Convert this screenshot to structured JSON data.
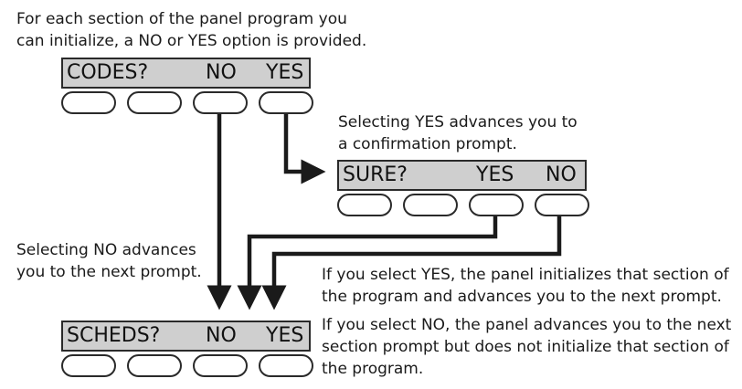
{
  "captions": {
    "intro": "For each section of the panel program you\ncan initialize, a NO or YES option is provided.",
    "yes_advances": "Selecting YES advances you to\na confirmation prompt.",
    "no_advances": "Selecting NO advances\nyou to the next prompt.",
    "if_yes": "If you select YES, the panel initializes that section of\nthe program and advances you to the next prompt.",
    "if_no": "If you select NO, the panel advances you to the next\nsection prompt but does not initialize that section of\nthe program."
  },
  "displays": {
    "codes": {
      "prompt": "CODES?",
      "left_option": "NO",
      "right_option": "YES"
    },
    "sure": {
      "prompt": "SURE?",
      "left_option": "YES",
      "right_option": "NO"
    },
    "scheds": {
      "prompt": "SCHEDS?",
      "left_option": "NO",
      "right_option": "YES"
    }
  },
  "colors": {
    "display_fill": "#cfcfcf",
    "outline": "#2a2a2a",
    "text": "#1a1a1a"
  }
}
